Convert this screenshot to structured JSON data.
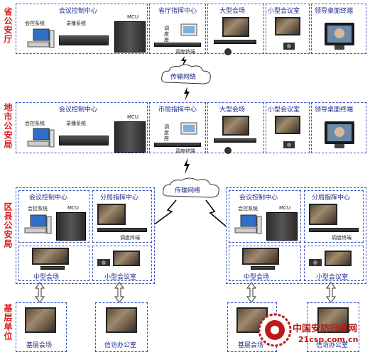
{
  "tiers": {
    "province": "省公安厅",
    "city": "地市公安局",
    "county": "区县公安局",
    "grassroots": "基层单位"
  },
  "province": {
    "control_center": "会议控制中心",
    "control_system": "会控系统",
    "record_system": "录播系统",
    "mcu": "MCU",
    "command_center": "省厅指挥中心",
    "dispatch_desk": "调度座",
    "dispatch_terminal": "调度终端",
    "large_venue": "大型会场",
    "small_room": "小型会议室",
    "leader_terminal": "领导桌面终端"
  },
  "city": {
    "control_center": "会议控制中心",
    "control_system": "会控系统",
    "record_system": "录播系统",
    "mcu": "MCU",
    "command_center": "市局指挥中心",
    "dispatch_desk": "调度座",
    "dispatch_terminal": "调度终端",
    "large_venue": "大型会场",
    "small_room": "小型会议室",
    "leader_terminal": "领导桌面终端"
  },
  "network": {
    "top": "传输网络",
    "bottom": "传输网络"
  },
  "county_left": {
    "control_center": "会议控制中心",
    "control_system": "会控系统",
    "mcu": "MCU",
    "branch_command": "分局指挥中心",
    "dispatch_terminal": "调度终端",
    "medium_venue": "中型会场",
    "small_room": "小型会议室"
  },
  "county_right": {
    "control_center": "会议控制中心",
    "control_system": "会控系统",
    "mcu": "MCU",
    "branch_command": "分局指挥中心",
    "dispatch_terminal": "调度终端",
    "medium_venue": "中型会场",
    "small_room": "小型会议室"
  },
  "grassroots_left": {
    "venue": "基层会场",
    "petition_office": "信访办公室"
  },
  "grassroots_right": {
    "venue": "基层会场",
    "petition_office": "信访办公室"
  },
  "watermark": {
    "org_name": "中国安防行业网",
    "domain": "21csp.com.cn"
  },
  "colors": {
    "tier_label": "#d81e1e",
    "box_border": "#3a52c4",
    "title_text": "#1a2a8a",
    "watermark": "#c01818"
  }
}
